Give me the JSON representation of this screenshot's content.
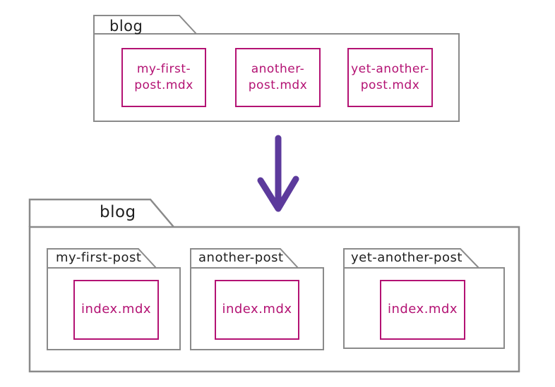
{
  "colors": {
    "folder_outline": "#8a8a8a",
    "file_accent": "#b31273",
    "label_text": "#1f1f1f",
    "arrow_color": "#5c3a9c",
    "background": "#ffffff"
  },
  "before": {
    "folder_label": "blog",
    "files": [
      {
        "name": "my-first-post.mdx",
        "line1": "my-first-",
        "line2": "post.mdx"
      },
      {
        "name": "another-post.mdx",
        "line1": "another-",
        "line2": "post.mdx"
      },
      {
        "name": "yet-another-post.mdx",
        "line1": "yet-another-",
        "line2": "post.mdx"
      }
    ]
  },
  "transform_arrow": {
    "icon": "down-arrow",
    "direction": "down"
  },
  "after": {
    "folder_label": "blog",
    "subfolders": [
      {
        "label": "my-first-post",
        "file": "index.mdx"
      },
      {
        "label": "another-post",
        "file": "index.mdx"
      },
      {
        "label": "yet-another-post",
        "file": "index.mdx"
      }
    ]
  }
}
